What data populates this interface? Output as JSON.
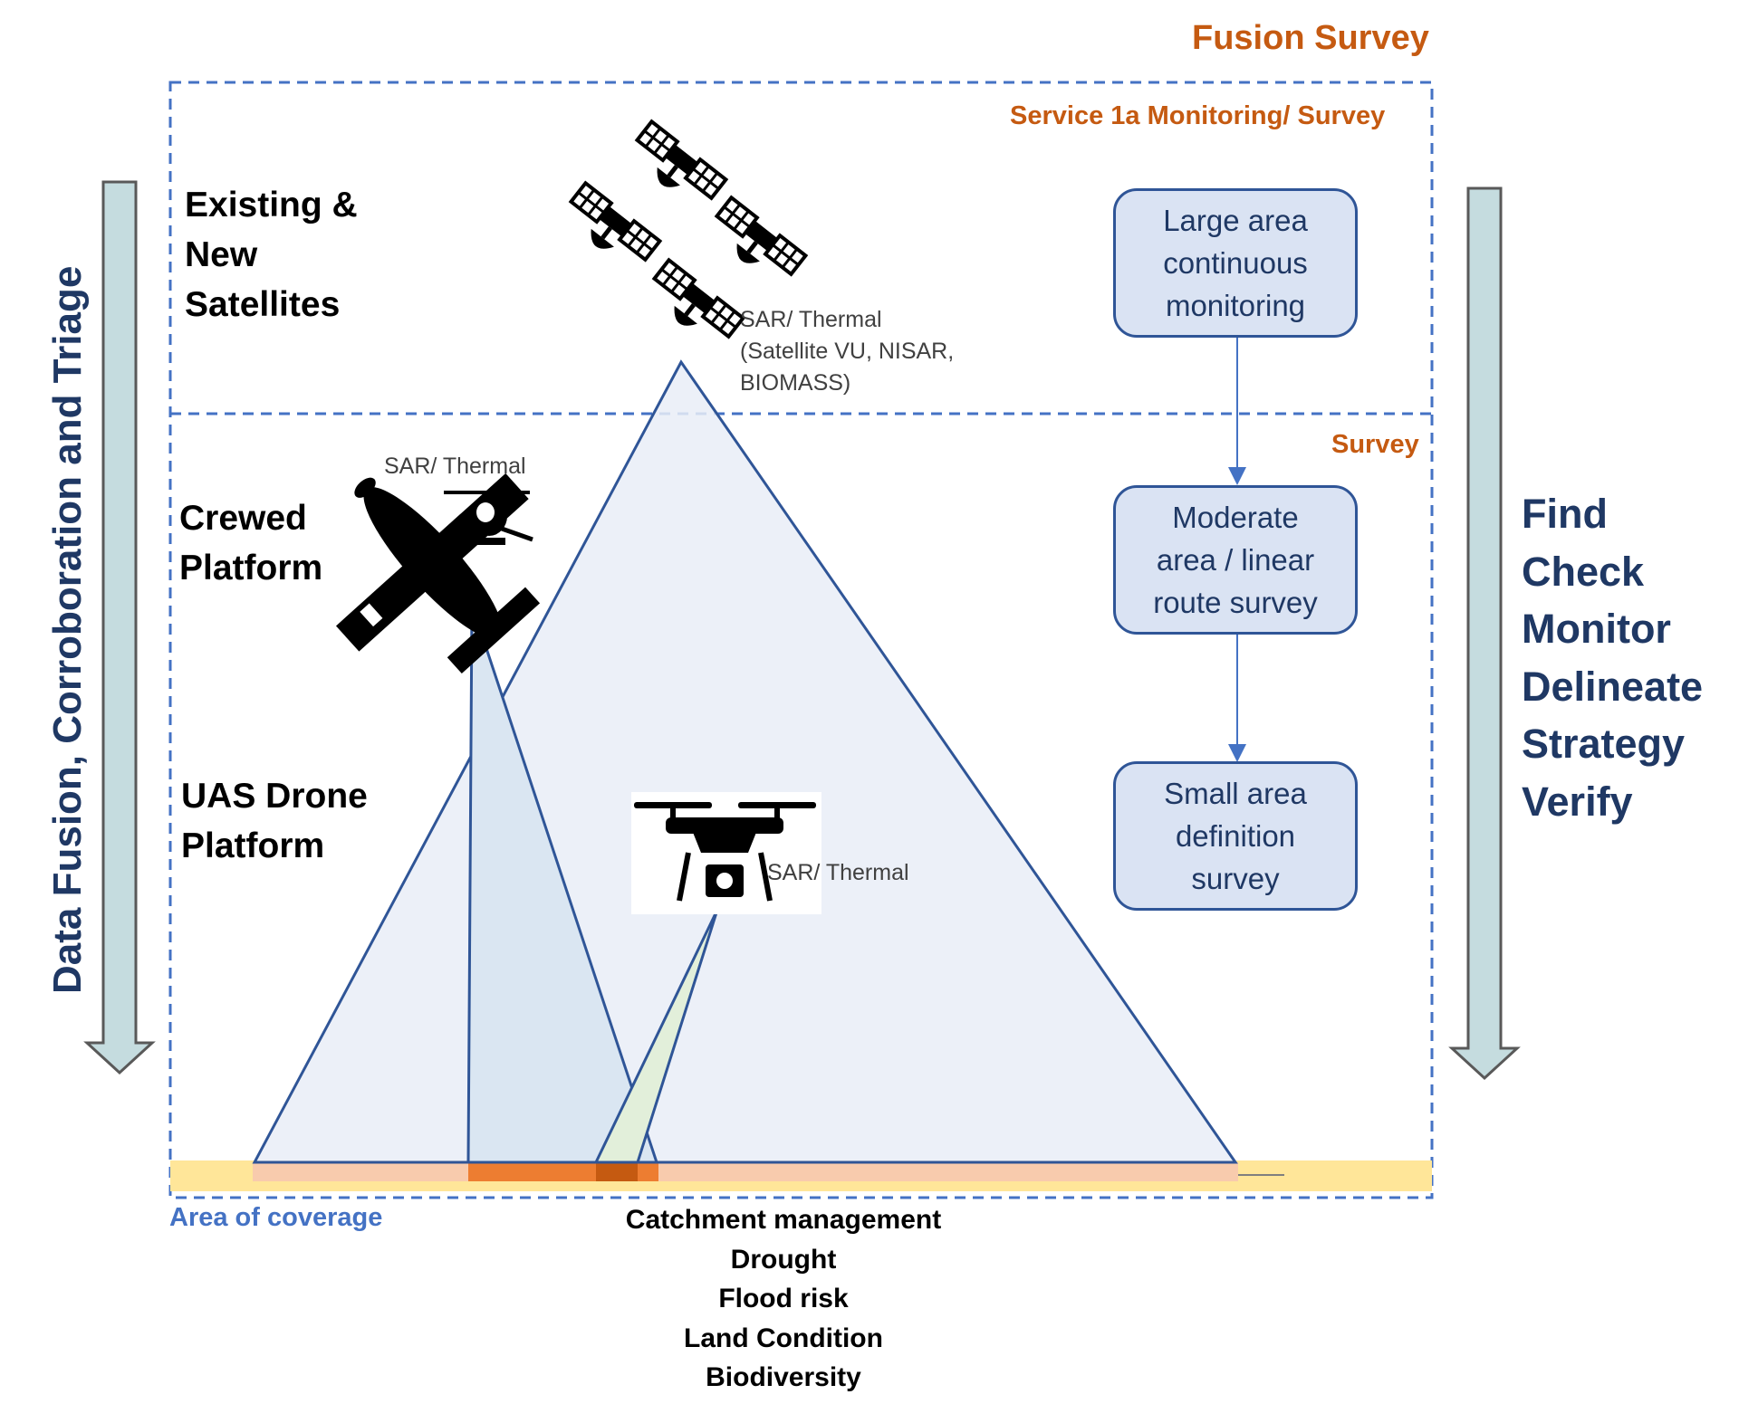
{
  "header": {
    "fusion_survey": "Fusion Survey",
    "service_label": "Service 1a Monitoring/ Survey",
    "survey_label": "Survey"
  },
  "side_labels": {
    "left_arrow_text": "Data Fusion, Corroboration and Triage",
    "right_goals": [
      "Find",
      "Check",
      "Monitor",
      "Delineate",
      "Strategy",
      "Verify"
    ]
  },
  "platforms": {
    "satellites": [
      "Existing &",
      "New",
      "Satellites"
    ],
    "crewed": [
      "Crewed",
      "Platform"
    ],
    "drone": [
      "UAS Drone",
      "Platform"
    ]
  },
  "sensors": {
    "satellite": [
      "SAR/ Thermal",
      "(Satellite VU, NISAR,",
      "BIOMASS)"
    ],
    "crewed": "SAR/ Thermal",
    "drone": "SAR/ Thermal"
  },
  "flow_boxes": [
    [
      "Large area",
      "continuous",
      "monitoring"
    ],
    [
      "Moderate",
      "area / linear",
      "route survey"
    ],
    [
      "Small area",
      "definition",
      "survey"
    ]
  ],
  "coverage": {
    "label": "Area of coverage",
    "applications": [
      "Catchment management",
      "Drought",
      "Flood risk",
      "Land Condition",
      "Biodiversity"
    ]
  },
  "colors": {
    "title_orange": "#C55A11",
    "dash_blue": "#4472C4",
    "navy": "#1F3864",
    "box_fill": "#DAE3F3",
    "arrow_fill": "#C5DCDF",
    "ground_yellow": "#FFE699",
    "coverage_peach": "#F8CBAD",
    "coverage_orange": "#ED7D31"
  },
  "icons": [
    "satellite-icon",
    "airplane-icon",
    "drone-icon",
    "down-arrow-icon"
  ]
}
